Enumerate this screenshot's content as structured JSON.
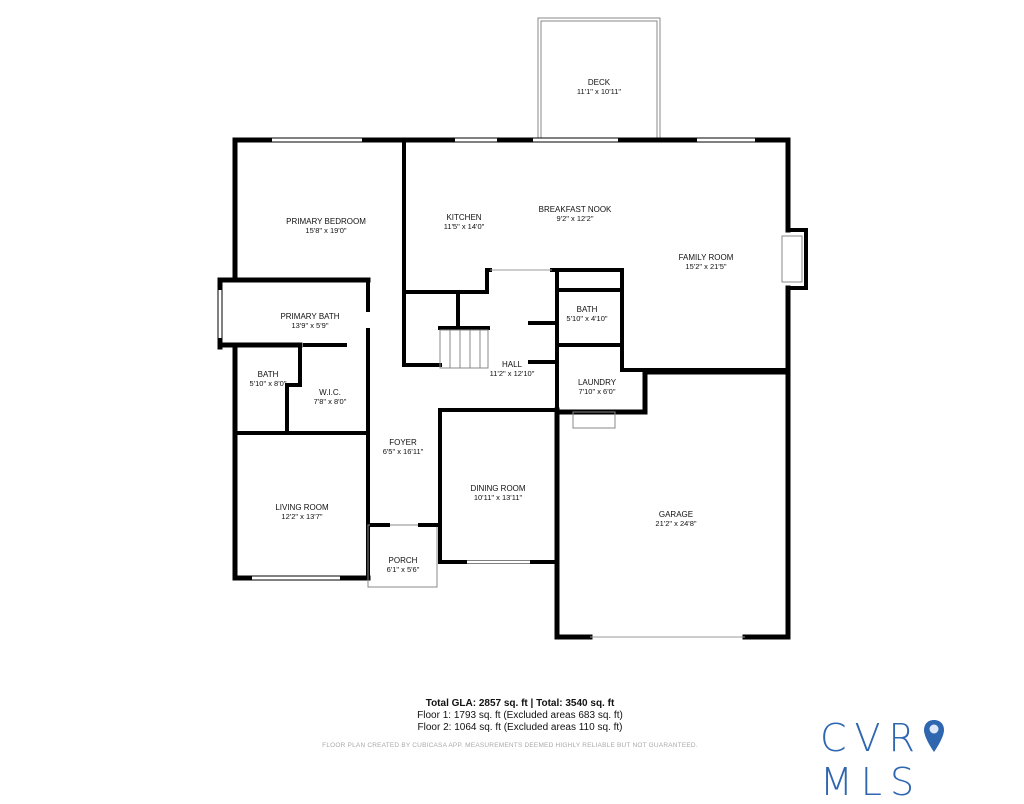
{
  "rooms": [
    {
      "name": "DECK",
      "dim": "11'1\" x 10'11\""
    },
    {
      "name": "PRIMARY BEDROOM",
      "dim": "15'8\" x 19'0\""
    },
    {
      "name": "KITCHEN",
      "dim": "11'5\" x 14'0\""
    },
    {
      "name": "BREAKFAST NOOK",
      "dim": "9'2\" x 12'2\""
    },
    {
      "name": "FAMILY ROOM",
      "dim": "15'2\" x 21'5\""
    },
    {
      "name": "PRIMARY BATH",
      "dim": "13'9\" x 5'9\""
    },
    {
      "name": "BATH",
      "dim": "5'10\" x 4'10\""
    },
    {
      "name": "HALL",
      "dim": "11'2\" x 12'10\""
    },
    {
      "name": "BATH",
      "dim": "5'10\" x 8'0\""
    },
    {
      "name": "W.I.C.",
      "dim": "7'8\" x 8'0\""
    },
    {
      "name": "LAUNDRY",
      "dim": "7'10\" x 6'0\""
    },
    {
      "name": "FOYER",
      "dim": "6'5\" x 16'11\""
    },
    {
      "name": "DINING ROOM",
      "dim": "10'11\" x 13'11\""
    },
    {
      "name": "GARAGE",
      "dim": "21'2\" x 24'8\""
    },
    {
      "name": "LIVING ROOM",
      "dim": "12'2\" x 13'7\""
    },
    {
      "name": "PORCH",
      "dim": "6'1\" x 5'6\""
    }
  ],
  "totals": {
    "headline": "Total GLA: 2857 sq. ft | Total: 3540 sq. ft",
    "floor1": "Floor 1: 1793 sq. ft (Excluded areas 683 sq. ft)",
    "floor2": "Floor 2: 1064 sq. ft (Excluded areas 110 sq. ft)"
  },
  "disclaimer": "FLOOR PLAN CREATED BY CUBICASA APP. MEASUREMENTS DEEMED HIGHLY RELIABLE BUT NOT GUARANTEED.",
  "logo": {
    "text": "CVRMLS",
    "color": "#2f66b0"
  }
}
